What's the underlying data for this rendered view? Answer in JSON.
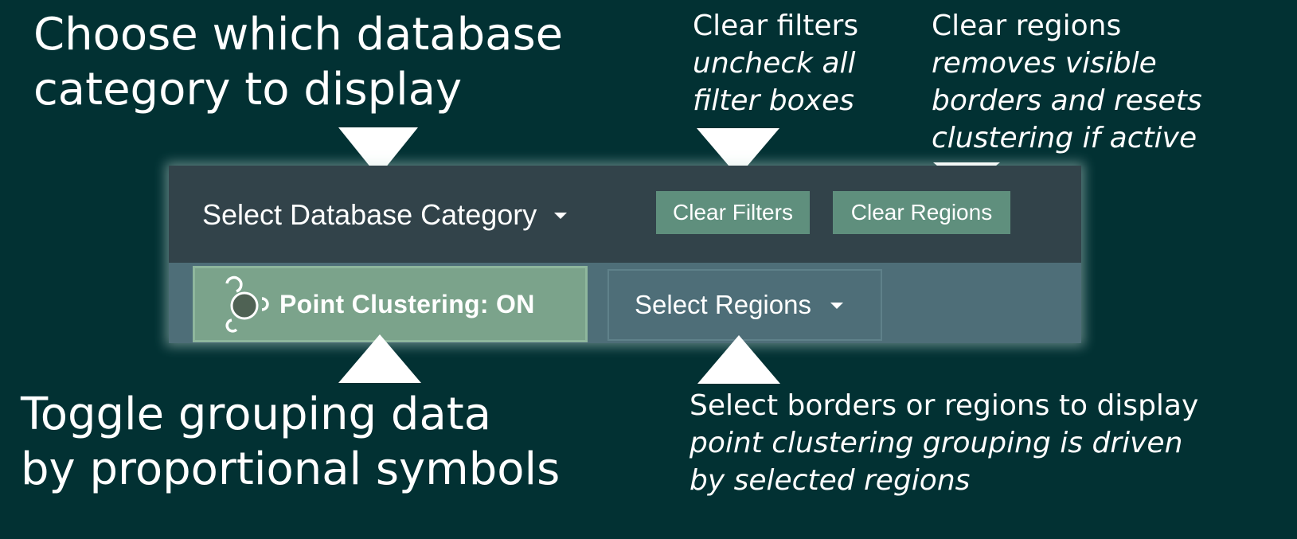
{
  "annotations": {
    "category": {
      "line1": "Choose which database",
      "line2": "category to display"
    },
    "clear_filters": {
      "title": "Clear filters",
      "desc_line1": "uncheck all",
      "desc_line2": "filter boxes"
    },
    "clear_regions": {
      "title": "Clear regions",
      "desc_line1": "removes visible",
      "desc_line2": "borders and resets",
      "desc_line3": "clustering if active"
    },
    "clustering": {
      "line1": "Toggle grouping data",
      "line2": "by proportional symbols"
    },
    "regions": {
      "title": "Select borders or regions to display",
      "desc_line1": "point clustering grouping is driven",
      "desc_line2": "by selected regions"
    }
  },
  "toolbar": {
    "database_category_label": "Select Database Category",
    "clear_filters_label": "Clear Filters",
    "clear_regions_label": "Clear Regions",
    "point_clustering_label": "Point Clustering: ON",
    "select_regions_label": "Select Regions"
  },
  "icons": {
    "dropdown": "caret-down-icon",
    "clustering": "cluster-icon"
  },
  "colors": {
    "background": "#023133",
    "toolbar_top": "#32434a",
    "toolbar_bottom": "#4e6e78",
    "button": "#5f8f7d",
    "toggle_on": "#7ba38b"
  }
}
